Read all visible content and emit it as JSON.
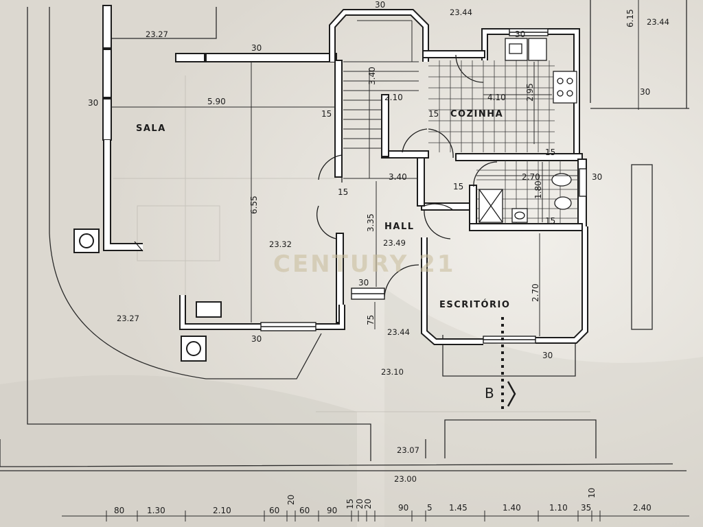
{
  "rooms": {
    "sala": "SALA",
    "cozinha": "COZINHA",
    "hall": "HALL",
    "escritorio": "ESCRITÓRIO"
  },
  "elevations": {
    "top_left": "23.27",
    "top_right": "23.44",
    "far_right": "23.44",
    "sala": "23.32",
    "hall": "23.49",
    "terrace": "23.27",
    "entrance": "23.44",
    "front": "23.10",
    "street": "23.07",
    "bottom": "23.00"
  },
  "dimensions": {
    "top_30": "30",
    "upper_30_a": "30",
    "upper_30_b": "30",
    "right_615": "6.15",
    "right_30": "30",
    "sala_30": "30",
    "sala_590": "5.90",
    "sala_655": "6.55",
    "stair_340": "3.40",
    "stair_210": "2.10",
    "stair_15_a": "15",
    "stair_15_b": "15",
    "kitchen_410": "4.10",
    "kitchen_295": "2.95",
    "kitchen_15": "15",
    "hall_340": "3.40",
    "hall_15_a": "15",
    "hall_15_b": "15",
    "hall_335": "3.35",
    "wc_270": "2.70",
    "wc_180": "1.80",
    "wc_30": "30",
    "wc_15": "15",
    "hall_30": "30",
    "entry_75": "75",
    "sala_bottom_30": "30",
    "office_270": "2.70",
    "office_30": "30",
    "section_label": "B"
  },
  "bottom_dims": [
    "80",
    "1.30",
    "2.10",
    "60",
    "20",
    "60",
    "90",
    "15",
    "20",
    "20",
    "90",
    "5",
    "1.45",
    "1.40",
    "1.10",
    "35",
    "10",
    "2.40"
  ],
  "watermark": "CENTURY 21"
}
